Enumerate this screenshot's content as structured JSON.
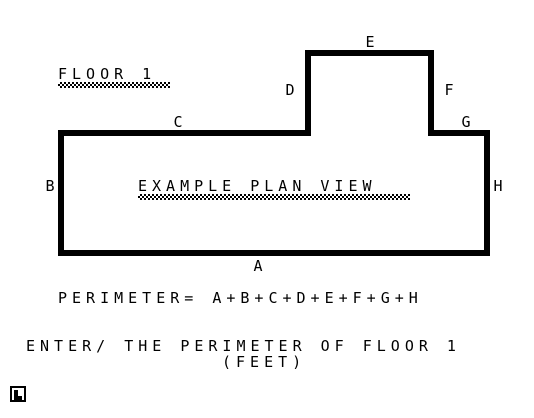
{
  "floor_title": "FLOOR 1",
  "plan_caption": "EXAMPLE PLAN VIEW",
  "wall_labels": {
    "A": "A",
    "B": "B",
    "C": "C",
    "D": "D",
    "E": "E",
    "F": "F",
    "G": "G",
    "H": "H"
  },
  "perimeter_formula": "PERIMETER= A+B+C+D+E+F+G+H",
  "prompt_line1": "ENTER/ THE PERIMETER OF FLOOR 1",
  "prompt_line2": "(FEET)",
  "cursor_icon": "input-cursor-icon",
  "colors": {
    "background": "#ffffff",
    "ink": "#000000"
  }
}
